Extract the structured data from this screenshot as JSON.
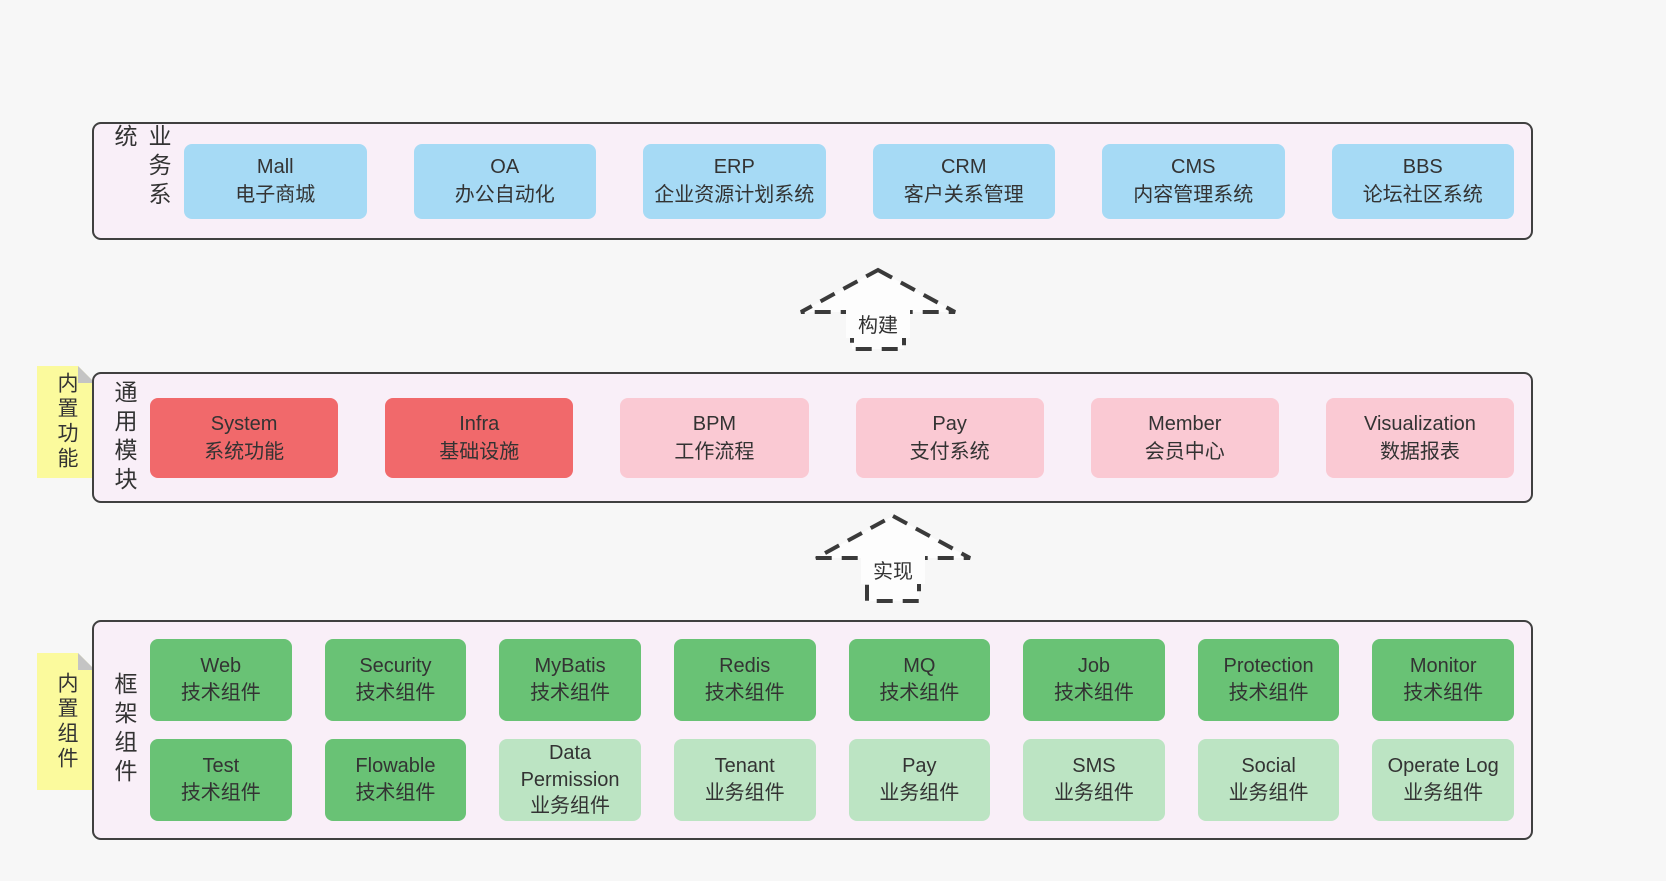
{
  "colors": {
    "page-bg": "#f7f7f7",
    "layer-bg": "#f9eff8",
    "layer-border": "#404040",
    "node-blue": "#a6daf5",
    "node-red": "#f1696b",
    "node-pink": "#fac9d3",
    "node-green": "#69c275",
    "node-lightgreen": "#bce4c3",
    "sticky-yellow": "#fbfa9d",
    "sticky-fold": "#c4c4c4",
    "arrow-stroke": "#3a3a3a",
    "arrow-fill": "#fdfdfd",
    "text": "#333333"
  },
  "layers": {
    "business": {
      "title": "业务系统",
      "items": [
        {
          "name": "Mall",
          "subtitle": "电子商城"
        },
        {
          "name": "OA",
          "subtitle": "办公自动化"
        },
        {
          "name": "ERP",
          "subtitle": "企业资源计划系统"
        },
        {
          "name": "CRM",
          "subtitle": "客户关系管理"
        },
        {
          "name": "CMS",
          "subtitle": "内容管理系统"
        },
        {
          "name": "BBS",
          "subtitle": "论坛社区系统"
        }
      ]
    },
    "modules": {
      "title": "通用模块",
      "sticky": "内置功能",
      "items": [
        {
          "name": "System",
          "subtitle": "系统功能"
        },
        {
          "name": "Infra",
          "subtitle": "基础设施"
        },
        {
          "name": "BPM",
          "subtitle": "工作流程"
        },
        {
          "name": "Pay",
          "subtitle": "支付系统"
        },
        {
          "name": "Member",
          "subtitle": "会员中心"
        },
        {
          "name": "Visualization",
          "subtitle": "数据报表"
        }
      ]
    },
    "framework": {
      "title": "框架组件",
      "sticky": "内置组件",
      "row1": [
        {
          "name": "Web",
          "subtitle": "技术组件"
        },
        {
          "name": "Security",
          "subtitle": "技术组件"
        },
        {
          "name": "MyBatis",
          "subtitle": "技术组件"
        },
        {
          "name": "Redis",
          "subtitle": "技术组件"
        },
        {
          "name": "MQ",
          "subtitle": "技术组件"
        },
        {
          "name": "Job",
          "subtitle": "技术组件"
        },
        {
          "name": "Protection",
          "subtitle": "技术组件"
        },
        {
          "name": "Monitor",
          "subtitle": "技术组件"
        }
      ],
      "row2": [
        {
          "name": "Test",
          "subtitle": "技术组件"
        },
        {
          "name": "Flowable",
          "subtitle": "技术组件"
        },
        {
          "name": "Data Permission",
          "subtitle": "业务组件"
        },
        {
          "name": "Tenant",
          "subtitle": "业务组件"
        },
        {
          "name": "Pay",
          "subtitle": "业务组件"
        },
        {
          "name": "SMS",
          "subtitle": "业务组件"
        },
        {
          "name": "Social",
          "subtitle": "业务组件"
        },
        {
          "name": "Operate Log",
          "subtitle": "业务组件"
        }
      ]
    }
  },
  "arrows": {
    "build": {
      "label": "构建"
    },
    "implement": {
      "label": "实现"
    }
  }
}
